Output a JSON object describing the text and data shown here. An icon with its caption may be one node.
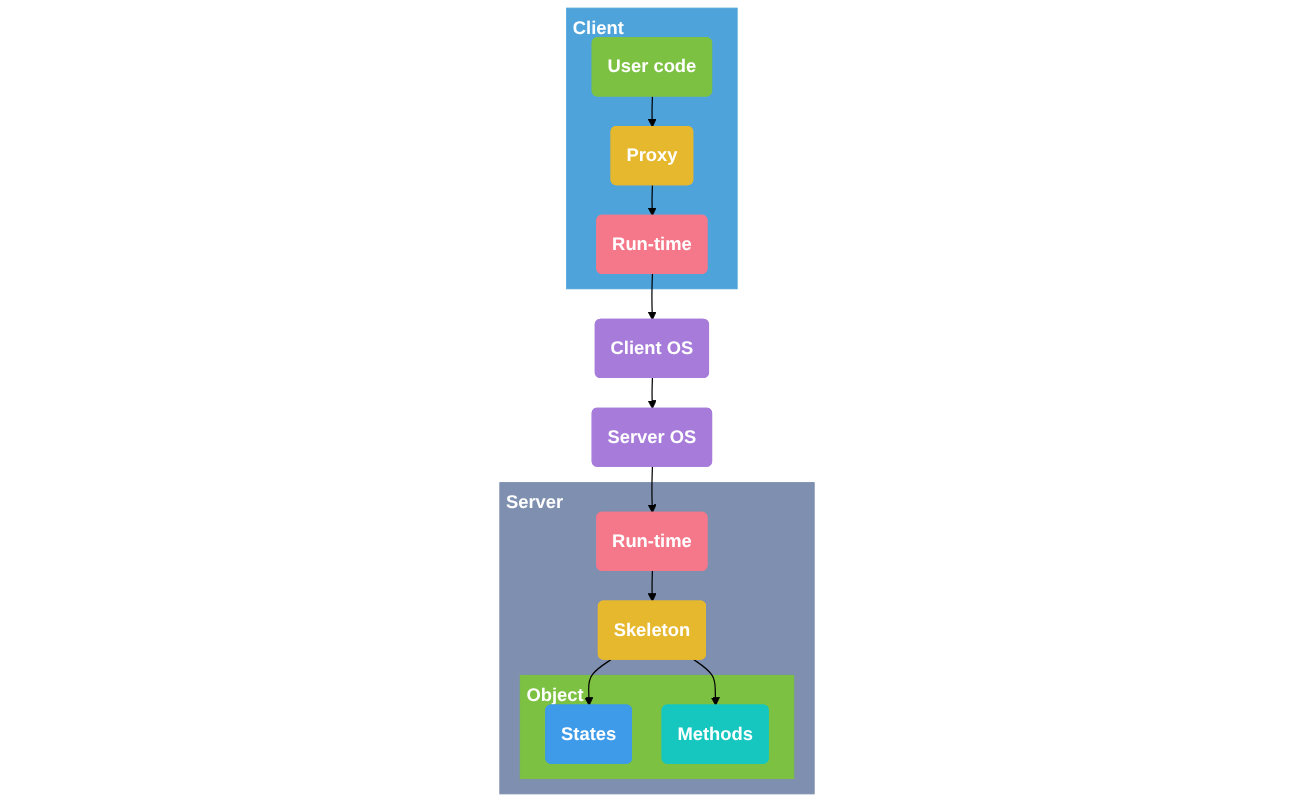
{
  "diagram": {
    "nodes": [
      {
        "text": [
          "Client"
        ]
      },
      {
        "text": [
          "User code"
        ],
        "in": 0
      },
      {
        "text": [
          "Proxy"
        ],
        "in": 0
      },
      {
        "text": [
          "Run-time"
        ],
        "in": 0
      },
      {
        "text": [
          "Client OS"
        ]
      },
      {
        "text": [
          "Server"
        ]
      },
      {
        "text": [
          "Object"
        ],
        "in": 5
      },
      {
        "text": [
          "States"
        ],
        "in": 6
      },
      {
        "text": [
          "Methods"
        ],
        "in": 6
      },
      {
        "text": [
          "Skeleton"
        ],
        "in": 5
      },
      {
        "text": [
          "Run-time"
        ],
        "in": 5
      },
      {
        "text": [
          "Server OS"
        ]
      }
    ],
    "edges": [
      {
        "from": 1,
        "to": 2,
        "arrow": "to"
      },
      {
        "from": 2,
        "to": 3,
        "arrow": "to"
      },
      {
        "from": 3,
        "to": 4,
        "arrow": "to"
      },
      {
        "from": 4,
        "to": 11,
        "arrow": "to"
      },
      {
        "from": 11,
        "to": 10,
        "arrow": "to"
      },
      {
        "from": 10,
        "to": 9,
        "arrow": "to"
      },
      {
        "from": 9,
        "to": 7,
        "arrow": "to"
      },
      {
        "from": 9,
        "to": 8,
        "arrow": "to"
      }
    ]
  }
}
